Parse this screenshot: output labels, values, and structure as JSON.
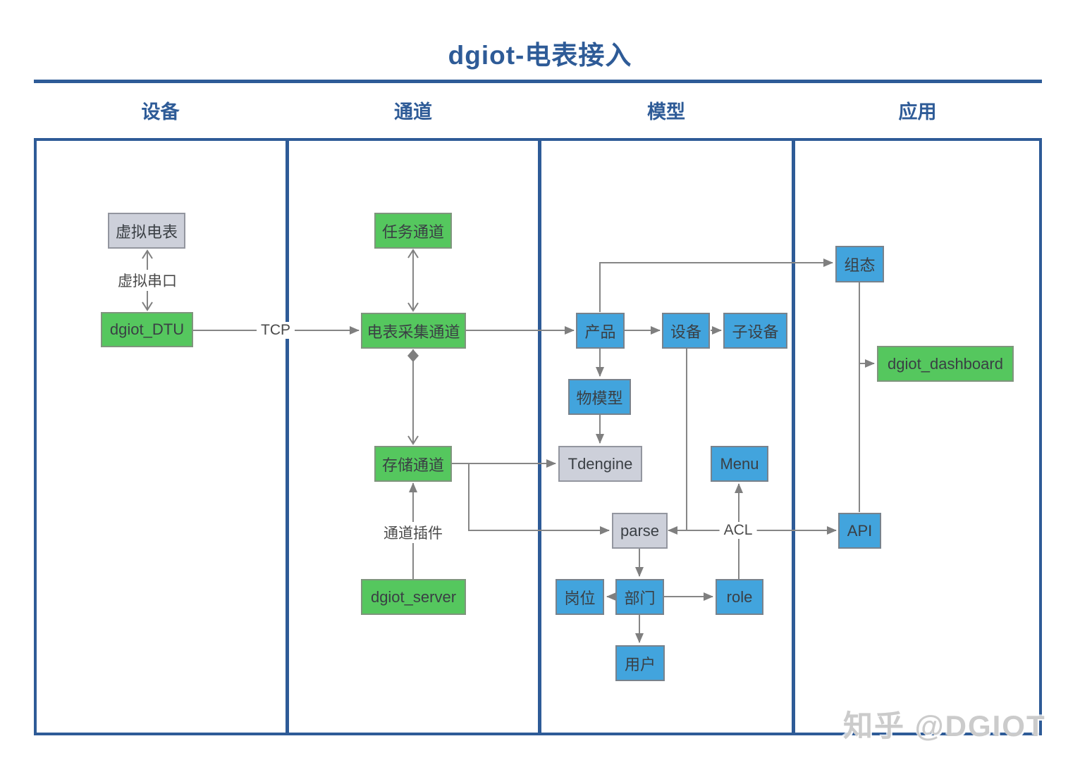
{
  "title": "dgiot-电表接入",
  "lanes": [
    {
      "label": "设备"
    },
    {
      "label": "通道"
    },
    {
      "label": "模型"
    },
    {
      "label": "应用"
    }
  ],
  "nodes": {
    "virtual_meter": {
      "label": "虚拟电表",
      "color_type": "gray"
    },
    "dgiot_dtu": {
      "label": "dgiot_DTU",
      "color_type": "green"
    },
    "task_channel": {
      "label": "任务通道",
      "color_type": "green"
    },
    "meter_collect": {
      "label": "电表采集通道",
      "color_type": "green"
    },
    "storage_channel": {
      "label": "存储通道",
      "color_type": "green"
    },
    "dgiot_server": {
      "label": "dgiot_server",
      "color_type": "green"
    },
    "product": {
      "label": "产品",
      "color_type": "blue"
    },
    "device": {
      "label": "设备",
      "color_type": "blue"
    },
    "sub_device": {
      "label": "子设备",
      "color_type": "blue"
    },
    "thing_model": {
      "label": "物模型",
      "color_type": "blue"
    },
    "tdengine": {
      "label": "Tdengine",
      "color_type": "gray"
    },
    "menu": {
      "label": "Menu",
      "color_type": "blue"
    },
    "parse": {
      "label": "parse",
      "color_type": "gray"
    },
    "post": {
      "label": "岗位",
      "color_type": "blue"
    },
    "department": {
      "label": "部门",
      "color_type": "blue"
    },
    "role": {
      "label": "role",
      "color_type": "blue"
    },
    "user": {
      "label": "用户",
      "color_type": "blue"
    },
    "scada": {
      "label": "组态",
      "color_type": "blue"
    },
    "dgiot_dashboard": {
      "label": "dgiot_dashboard",
      "color_type": "green"
    },
    "api": {
      "label": "API",
      "color_type": "blue"
    }
  },
  "edge_labels": {
    "virtual_serial": "虚拟串口",
    "tcp": "TCP",
    "channel_plugin": "通道插件",
    "acl": "ACL"
  },
  "edges": [
    {
      "from": "virtual_meter",
      "to": "dgiot_dtu",
      "style": "arrow-both",
      "label": "虚拟串口"
    },
    {
      "from": "dgiot_dtu",
      "to": "meter_collect",
      "style": "arrow",
      "label": "TCP"
    },
    {
      "from": "task_channel",
      "to": "meter_collect",
      "style": "arrow-both"
    },
    {
      "from": "meter_collect",
      "to": "storage_channel",
      "style": "diamond-arrow"
    },
    {
      "from": "dgiot_server",
      "to": "storage_channel",
      "style": "arrow",
      "label": "通道插件"
    },
    {
      "from": "meter_collect",
      "to": "product",
      "style": "arrow"
    },
    {
      "from": "product",
      "to": "device",
      "style": "arrow"
    },
    {
      "from": "device",
      "to": "sub_device",
      "style": "arrow"
    },
    {
      "from": "product",
      "to": "thing_model",
      "style": "arrow"
    },
    {
      "from": "thing_model",
      "to": "tdengine",
      "style": "arrow"
    },
    {
      "from": "storage_channel",
      "to": "tdengine",
      "style": "arrow"
    },
    {
      "from": "storage_channel",
      "to": "parse",
      "style": "arrow"
    },
    {
      "from": "device",
      "to": "parse",
      "style": "line"
    },
    {
      "from": "parse",
      "to": "api",
      "style": "arrow-both",
      "label": "ACL"
    },
    {
      "from": "role",
      "to": "menu",
      "style": "arrow"
    },
    {
      "from": "parse",
      "to": "department",
      "style": "arrow"
    },
    {
      "from": "department",
      "to": "post",
      "style": "arrow"
    },
    {
      "from": "department",
      "to": "role",
      "style": "arrow"
    },
    {
      "from": "department",
      "to": "user",
      "style": "arrow"
    },
    {
      "from": "product",
      "to": "scada",
      "style": "arrow"
    },
    {
      "from": "scada",
      "to": "dgiot_dashboard",
      "style": "arrow"
    },
    {
      "from": "scada",
      "to": "api",
      "style": "line"
    }
  ],
  "watermark": "知乎 @DGIOT",
  "colors": {
    "navy": "#2e5b97",
    "node_green": "#55c75e",
    "node_blue": "#42a4dd",
    "node_gray": "#cdd0da",
    "connector": "#868686",
    "watermark": "#cbcbcb"
  }
}
